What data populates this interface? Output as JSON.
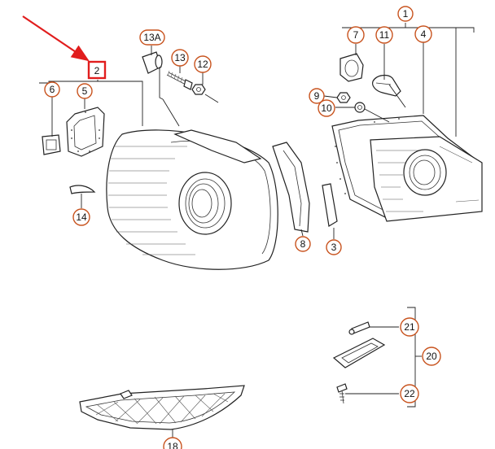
{
  "callouts": {
    "c1": "1",
    "c2": "2",
    "c3": "3",
    "c4": "4",
    "c5": "5",
    "c6": "6",
    "c7": "7",
    "c8": "8",
    "c9": "9",
    "c10": "10",
    "c11": "11",
    "c12": "12",
    "c13": "13",
    "c13a": "13A",
    "c14": "14",
    "c18": "18",
    "c20": "20",
    "c21": "21",
    "c22": "22"
  },
  "colors": {
    "callout_ring": "#c8531e",
    "highlight_box": "#e11d1d",
    "highlight_arrow": "#e11d1d",
    "line_art": "#222222"
  },
  "highlighted_part": "2"
}
